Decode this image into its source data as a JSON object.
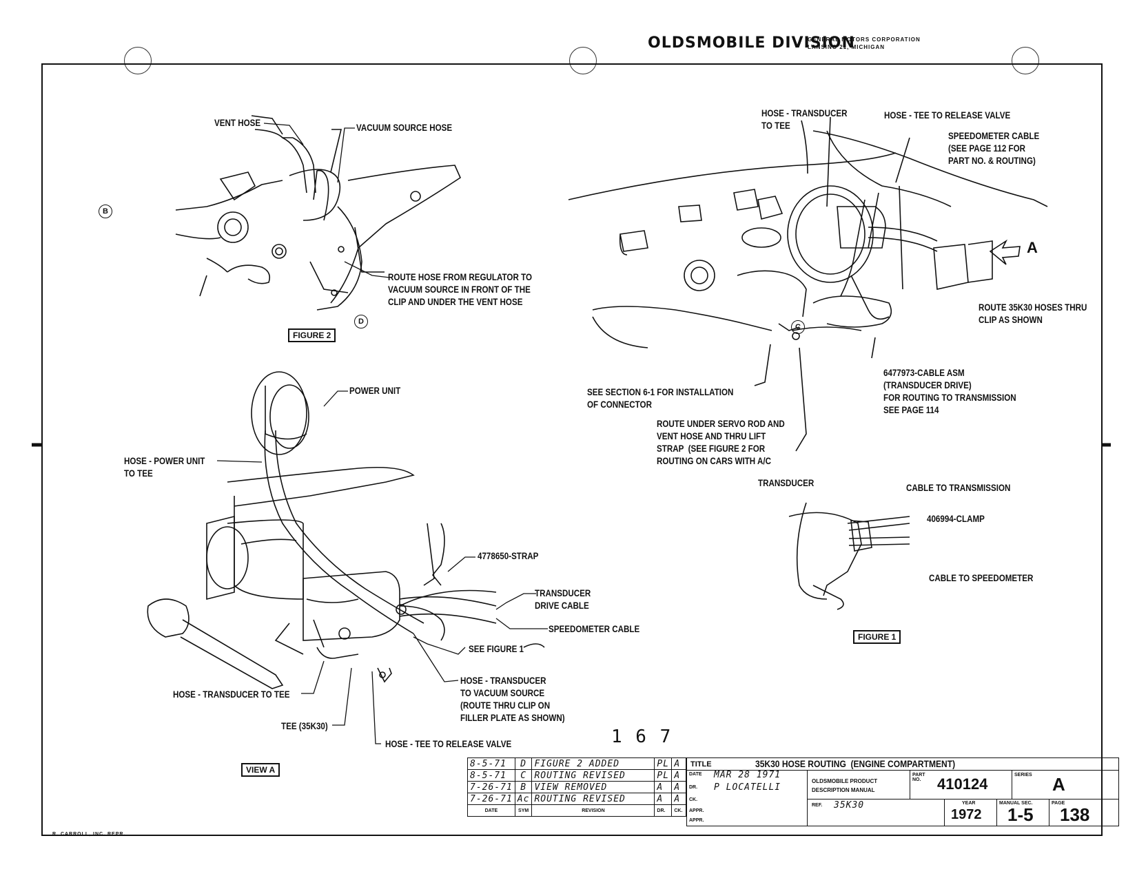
{
  "header": {
    "division": "OLDSMOBILE DIVISION",
    "corp": "GENERAL MOTORS CORPORATION",
    "city": "LANSING 21, MICHIGAN"
  },
  "figure2": {
    "label": "FIGURE 2",
    "marker_b": "B",
    "marker_d": "D",
    "vent_hose": "VENT HOSE",
    "vacuum_source_hose": "VACUUM SOURCE HOSE",
    "route_hose": "ROUTE HOSE FROM REGULATOR TO\nVACUUM SOURCE IN FRONT OF THE\nCLIP AND UNDER THE VENT HOSE"
  },
  "view_a": {
    "label": "VIEW A",
    "power_unit": "POWER UNIT",
    "hose_power_unit": "HOSE - POWER UNIT\nTO TEE",
    "strap": "4778650-STRAP",
    "transducer_drive_cable": "TRANSDUCER\nDRIVE CABLE",
    "speedometer_cable": "SPEEDOMETER CABLE",
    "see_figure_1": "SEE FIGURE 1",
    "hose_transducer_vacuum": "HOSE - TRANSDUCER\nTO VACUUM SOURCE\n(ROUTE THRU CLIP ON\nFILLER PLATE AS SHOWN)",
    "hose_transducer_tee": "HOSE - TRANSDUCER TO TEE",
    "tee": "TEE (35K30)",
    "hose_tee_release": "HOSE - TEE TO RELEASE VALVE"
  },
  "main_view": {
    "hose_transducer_tee": "HOSE - TRANSDUCER\nTO TEE",
    "hose_tee_release": "HOSE - TEE TO RELEASE VALVE",
    "speedometer_cable": "SPEEDOMETER CABLE\n(SEE PAGE 112 FOR\nPART NO. & ROUTING)",
    "arrow_a": "A",
    "route_35k30": "ROUTE 35K30 HOSES THRU\nCLIP AS SHOWN",
    "marker_c": "C",
    "cable_asm": "6477973-CABLE ASM\n(TRANSDUCER DRIVE)\nFOR ROUTING TO TRANSMISSION\nSEE PAGE 114",
    "see_section": "SEE SECTION 6-1 FOR INSTALLATION\nOF CONNECTOR",
    "route_under_servo": "ROUTE UNDER SERVO ROD AND\nVENT HOSE AND THRU LIFT\nSTRAP  (SEE FIGURE 2 FOR\nROUTING ON CARS WITH A/C"
  },
  "figure1": {
    "label": "FIGURE 1",
    "transducer": "TRANSDUCER",
    "cable_to_transmission": "CABLE TO TRANSMISSION",
    "clamp": "406994-CLAMP",
    "cable_to_speedometer": "CABLE TO SPEEDOMETER"
  },
  "page_number_hand": "1 6 7",
  "title_block": {
    "title_label": "TITLE",
    "title": "35K30 HOSE ROUTING  (ENGINE COMPARTMENT)",
    "revisions": [
      {
        "date": "8-5-71",
        "sym": "D",
        "desc": "FIGURE 2 ADDED",
        "dr": "PL",
        "ck": "A"
      },
      {
        "date": "8-5-71",
        "sym": "C",
        "desc": "ROUTING REVISED",
        "dr": "PL",
        "ck": "A"
      },
      {
        "date": "7-26-71",
        "sym": "B",
        "desc": "VIEW REMOVED",
        "dr": "A",
        "ck": "A"
      },
      {
        "date": "7-26-71",
        "sym": "Ac",
        "desc": "ROUTING REVISED",
        "dr": "A",
        "ck": "A"
      }
    ],
    "col_date": "DATE",
    "col_sym": "SYM",
    "col_revision": "REVISION",
    "col_dr": "DR.",
    "col_ck": "CK.",
    "date_label": "DATE",
    "date_value": "MAR 28 1971",
    "dr_label": "DR.",
    "dr_value": "P LOCATELLI",
    "ck_label": "CK.",
    "appr_label": "APPR.",
    "appr2_label": "APPR.",
    "manual_line1": "OLDSMOBILE PRODUCT",
    "manual_line2": "DESCRIPTION MANUAL",
    "part_label": "PART\nNO.",
    "part_no": "410124",
    "series_label": "SERIES",
    "series": "A",
    "ref_label": "REF.",
    "ref_value": "35K30",
    "year_label": "YEAR",
    "year": "1972",
    "manual_sec_label": "MANUAL SEC.",
    "manual_sec": "1-5",
    "page_label": "PAGE",
    "page": "138"
  },
  "footer": "R. CARROLL, INC. REPR."
}
